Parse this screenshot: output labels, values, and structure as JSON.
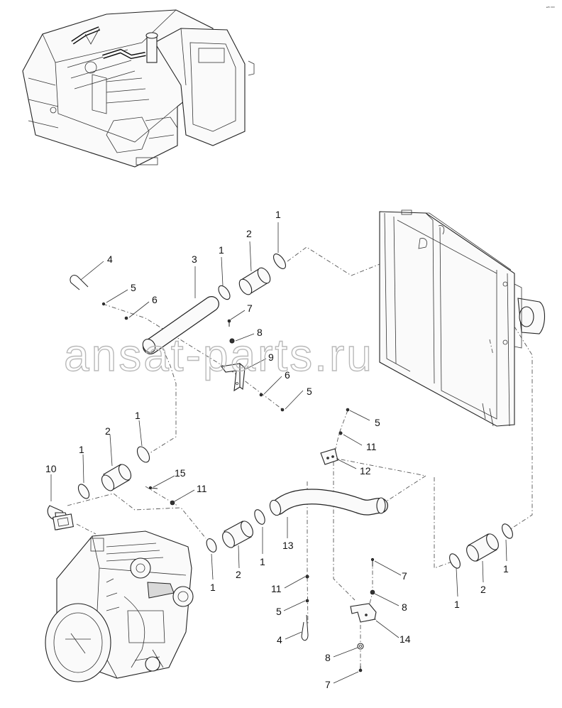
{
  "diagram": {
    "corner_mark": "•ᵐ ᵒᵒᵒ",
    "watermark": "ansat-parts.ru",
    "callouts": [
      {
        "id": "c1a",
        "label": "1"
      },
      {
        "id": "c1b",
        "label": "1"
      },
      {
        "id": "c2a",
        "label": "2"
      },
      {
        "id": "c3",
        "label": "3"
      },
      {
        "id": "c4a",
        "label": "4"
      },
      {
        "id": "c5a",
        "label": "5"
      },
      {
        "id": "c6a",
        "label": "6"
      },
      {
        "id": "c7a",
        "label": "7"
      },
      {
        "id": "c8a",
        "label": "8"
      },
      {
        "id": "c9",
        "label": "9"
      },
      {
        "id": "c6b",
        "label": "6"
      },
      {
        "id": "c5b",
        "label": "5"
      },
      {
        "id": "c1c",
        "label": "1"
      },
      {
        "id": "c2b",
        "label": "2"
      },
      {
        "id": "c1d",
        "label": "1"
      },
      {
        "id": "c10",
        "label": "10"
      },
      {
        "id": "c15",
        "label": "15"
      },
      {
        "id": "c11a",
        "label": "11"
      },
      {
        "id": "c5c",
        "label": "5"
      },
      {
        "id": "c11b",
        "label": "11"
      },
      {
        "id": "c12",
        "label": "12"
      },
      {
        "id": "c13",
        "label": "13"
      },
      {
        "id": "c1e",
        "label": "1"
      },
      {
        "id": "c2c",
        "label": "2"
      },
      {
        "id": "c1f",
        "label": "1"
      },
      {
        "id": "c11c",
        "label": "11"
      },
      {
        "id": "c5d",
        "label": "5"
      },
      {
        "id": "c4b",
        "label": "4"
      },
      {
        "id": "c7b",
        "label": "7"
      },
      {
        "id": "c8b",
        "label": "8"
      },
      {
        "id": "c14",
        "label": "14"
      },
      {
        "id": "c8c",
        "label": "8"
      },
      {
        "id": "c7c",
        "label": "7"
      },
      {
        "id": "c1g",
        "label": "1"
      },
      {
        "id": "c2d",
        "label": "2"
      },
      {
        "id": "c1h",
        "label": "1"
      }
    ]
  }
}
